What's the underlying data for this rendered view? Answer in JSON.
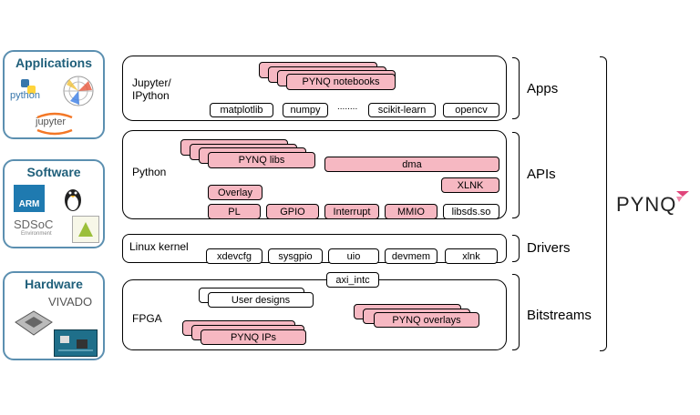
{
  "sides": {
    "applications": "Applications",
    "software": "Software",
    "hardware": "Hardware"
  },
  "app_icons": {
    "python": "python",
    "jupyter": "jupyter"
  },
  "software_icons": {
    "arm": "ARM",
    "sdsoc": "SDSoC",
    "sdsoc_sub": "Environment"
  },
  "hardware_icons": {
    "vivado": "VIVADO"
  },
  "apps_panel": {
    "title": "Jupyter/\nIPython",
    "notebooks": "PYNQ notebooks",
    "libs": [
      "matplotlib",
      "numpy",
      "scikit-learn",
      "opencv"
    ],
    "dots": "........"
  },
  "apis_panel": {
    "title": "Python",
    "pynq_libs": "PYNQ libs",
    "dma": "dma",
    "xlnk": "XLNK",
    "overlay": "Overlay",
    "modules": [
      "PL",
      "GPIO",
      "Interrupt",
      "MMIO",
      "libsds.so"
    ]
  },
  "drivers_panel": {
    "title": "Linux kernel",
    "drivers": [
      "xdevcfg",
      "sysgpio",
      "uio",
      "devmem",
      "xlnk"
    ]
  },
  "bitstreams_panel": {
    "title": "FPGA",
    "axi": "axi_intc",
    "user": "User designs",
    "ips": "PYNQ IPs",
    "overlays": "PYNQ overlays"
  },
  "categories": [
    "Apps",
    "APIs",
    "Drivers",
    "Bitstreams"
  ],
  "brand": "PYNQ",
  "colors": {
    "pink": "#f6b8c2",
    "side_border": "#5b8fb0",
    "side_title": "#1f5f7a",
    "brand_accent": "#e0457b"
  }
}
